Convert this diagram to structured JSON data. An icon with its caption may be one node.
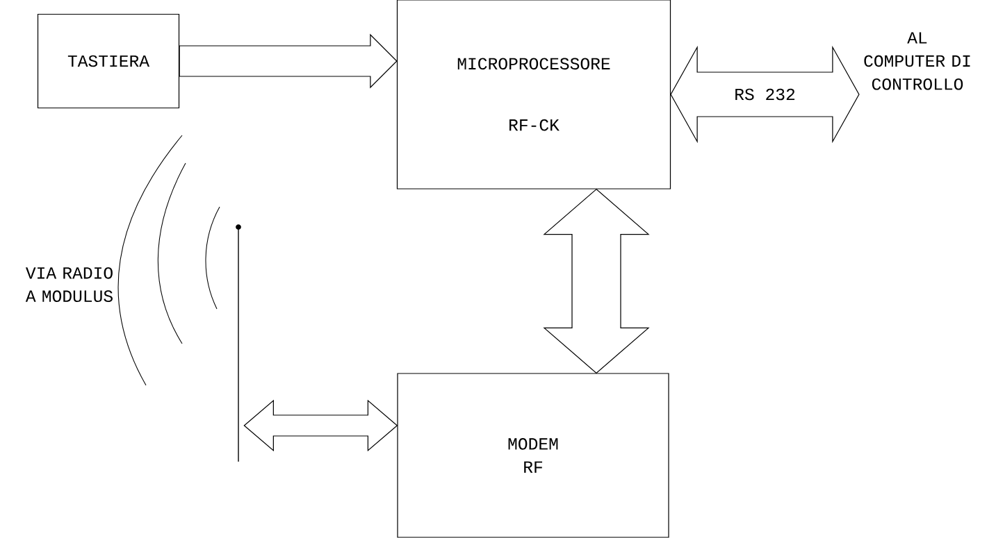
{
  "diagram": {
    "nodes": [
      {
        "text": [
          "TASTIERA"
        ]
      },
      {
        "text": [
          "MICROPROCESSORE",
          "RF-CK"
        ]
      },
      {
        "text": [
          "AL COMPUTER DI CONTROLLO"
        ]
      },
      {
        "text": [
          "MODEM RF"
        ]
      },
      {
        "text": [],
        "shape": "picture"
      }
    ],
    "edges": [
      {
        "from": 0,
        "to": 1,
        "arrow": "to"
      },
      {
        "from": 1,
        "to": 2,
        "arrow": "both",
        "label": "RS 232"
      },
      {
        "from": 1,
        "to": 3,
        "arrow": "both"
      },
      {
        "from": 4,
        "to": 3,
        "arrow": "both"
      }
    ],
    "labels": [
      "VIA RADIO A MODULUS"
    ]
  }
}
